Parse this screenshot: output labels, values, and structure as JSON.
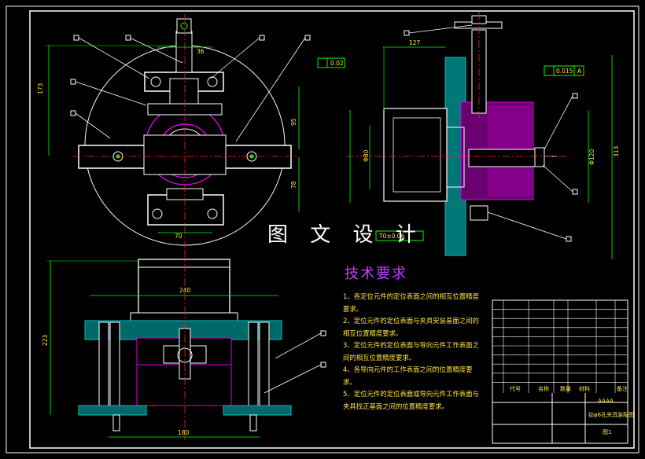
{
  "drawing_title": "图 文 设 计",
  "tech_requirements": {
    "heading": "技术要求",
    "items": [
      "1、各定位元件的定位表面之间的相互位置精度要求。",
      "2、定位元件的定位表面与夹具安装基面之间的相互位置精度要求。",
      "3、定位元件的定位表面与导向元件工作表面之间的相互位置精度要求。",
      "4、各导向元件的工作表面之间的位置精度要求。",
      "5、定位元件的定位表面或导向元件工作表面与夹具找正基面之间的位置精度要求。"
    ]
  },
  "dimensions": {
    "top_left": [
      "173",
      "95",
      "78",
      "70",
      "36"
    ],
    "top_right": [
      "127",
      "313",
      "Φ120",
      "Φ80"
    ],
    "bottom_left": [
      "240",
      "180",
      "223"
    ]
  },
  "tolerance_frames": [
    "0.02",
    "0.015",
    "A",
    "T0±0.06"
  ],
  "title_block": {
    "header_cols": [
      "代号",
      "名称",
      "数量",
      "材料",
      "备注"
    ],
    "part_code": "AAAA",
    "drawing_name": "钻φ6孔夹具装配图",
    "sheet": "图1"
  },
  "colors": {
    "background": "#000000",
    "outline": "#ffffff",
    "dimension": "#00ff00",
    "centerline": "#ff2020",
    "section": "#00a0a0",
    "workpiece": "#e000e0",
    "text": "#ffe24a"
  }
}
